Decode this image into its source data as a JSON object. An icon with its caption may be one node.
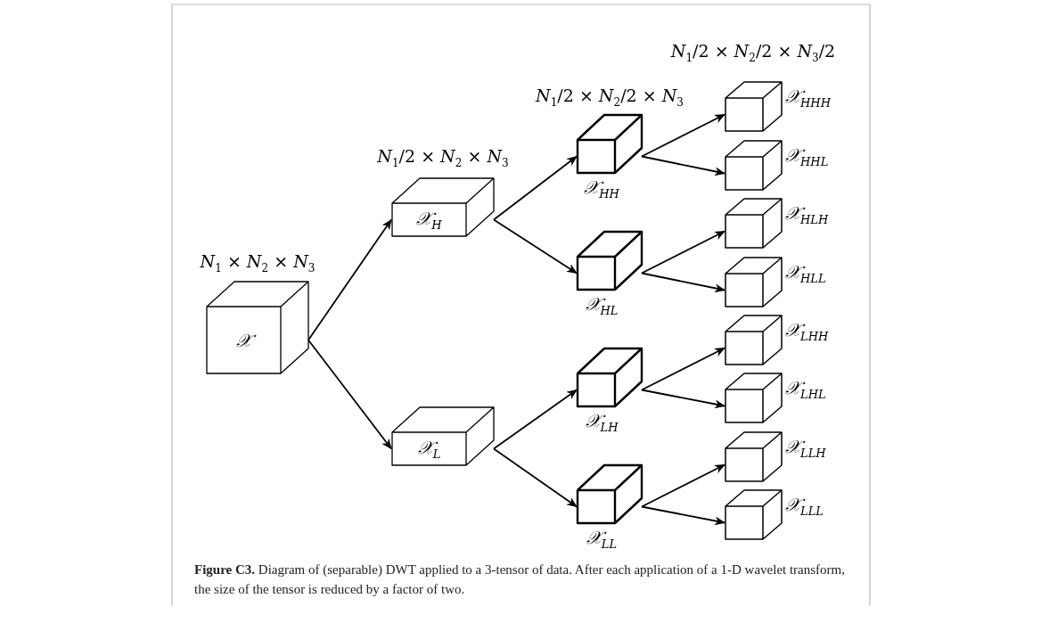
{
  "diagram": {
    "caption": "**Figure C3.** Diagram of (separable) DWT applied to a 3-tensor of data. After each application of a 1-D wavelet transform, the size of the tensor is reduced by a factor of two.",
    "nodes": [
      {
        "text": [
          "𝒳"
        ],
        "beside": [
          "*N*$_{1}$ × *N*$_{2}$ × *N*$_{3}$"
        ]
      },
      {
        "text": [
          "𝒳$_{H}$"
        ],
        "beside": [
          "*N*$_{1}$/2 × *N*$_{2}$ × *N*$_{3}$"
        ]
      },
      {
        "text": [
          "𝒳$_{L}$"
        ]
      },
      {
        "text": [
          "𝒳$_{HH}$"
        ],
        "beside": [
          "*N*$_{1}$/2 × *N*$_{2}$/2 × *N*$_{3}$"
        ]
      },
      {
        "text": [
          "𝒳$_{HL}$"
        ]
      },
      {
        "text": [
          "𝒳$_{LH}$"
        ]
      },
      {
        "text": [
          "𝒳$_{LL}$"
        ]
      },
      {
        "text": [
          "𝒳$_{HHH}$"
        ]
      },
      {
        "text": [
          "𝒳$_{HHL}$"
        ]
      },
      {
        "text": [
          "𝒳$_{HLH}$"
        ]
      },
      {
        "text": [
          "𝒳$_{HLL}$"
        ]
      },
      {
        "text": [
          "𝒳$_{LHH}$"
        ]
      },
      {
        "text": [
          "𝒳$_{LHL}$"
        ]
      },
      {
        "text": [
          "𝒳$_{LLH}$"
        ]
      },
      {
        "text": [
          "𝒳$_{LLL}$"
        ]
      }
    ],
    "edges": [
      {
        "from": 0,
        "to": 1,
        "arrow": "to"
      },
      {
        "from": 0,
        "to": 2,
        "arrow": "to"
      },
      {
        "from": 1,
        "to": 3,
        "arrow": "to"
      },
      {
        "from": 1,
        "to": 4,
        "arrow": "to"
      },
      {
        "from": 2,
        "to": 5,
        "arrow": "to"
      },
      {
        "from": 2,
        "to": 6,
        "arrow": "to"
      },
      {
        "from": 3,
        "to": 7,
        "arrow": "to"
      },
      {
        "from": 3,
        "to": 8,
        "arrow": "to"
      },
      {
        "from": 4,
        "to": 9,
        "arrow": "to"
      },
      {
        "from": 4,
        "to": 10,
        "arrow": "to"
      },
      {
        "from": 5,
        "to": 11,
        "arrow": "to"
      },
      {
        "from": 5,
        "to": 12,
        "arrow": "to"
      },
      {
        "from": 6,
        "to": 13,
        "arrow": "to"
      },
      {
        "from": 6,
        "to": 14,
        "arrow": "to"
      }
    ],
    "labels": [
      "*N*$_{1}$/2 × *N*$_{2}$/2 × *N*$_{3}$/2"
    ]
  }
}
